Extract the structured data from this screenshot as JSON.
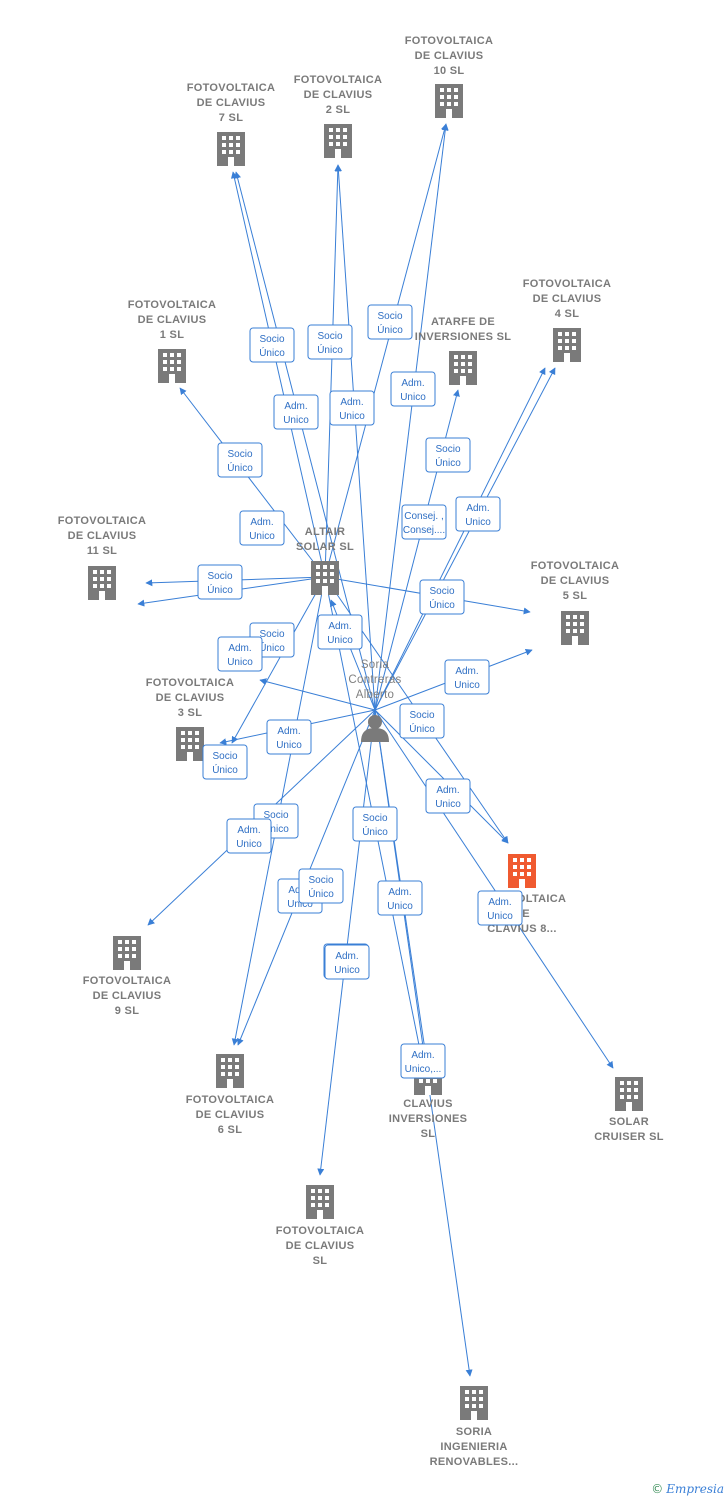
{
  "colors": {
    "edge": "#3a7fd6",
    "building": "#7a7a7a",
    "highlight": "#f05a30",
    "label": "#7a7a7a"
  },
  "nodes": [
    {
      "id": "fc10",
      "lines": [
        "FOTOVOLTAICA",
        "DE CLAVIUS",
        "10  SL"
      ],
      "icon": "building-icon"
    },
    {
      "id": "fc7",
      "lines": [
        "FOTOVOLTAICA",
        "DE CLAVIUS",
        "7  SL"
      ],
      "icon": "building-icon"
    },
    {
      "id": "fc2",
      "lines": [
        "FOTOVOLTAICA",
        "DE CLAVIUS",
        "2  SL"
      ],
      "icon": "building-icon"
    },
    {
      "id": "fc4",
      "lines": [
        "FOTOVOLTAICA",
        "DE CLAVIUS",
        "4  SL"
      ],
      "icon": "building-icon"
    },
    {
      "id": "fc1",
      "lines": [
        "FOTOVOLTAICA",
        "DE CLAVIUS",
        "1  SL"
      ],
      "icon": "building-icon"
    },
    {
      "id": "atarfe",
      "lines": [
        "ATARFE DE",
        "INVERSIONES SL"
      ],
      "icon": "building-icon"
    },
    {
      "id": "fc11",
      "lines": [
        "FOTOVOLTAICA",
        "DE CLAVIUS",
        "11  SL"
      ],
      "icon": "building-icon"
    },
    {
      "id": "altair",
      "lines": [
        "ALTAIR",
        "SOLAR SL"
      ],
      "icon": "building-icon"
    },
    {
      "id": "fc5",
      "lines": [
        "FOTOVOLTAICA",
        "DE CLAVIUS",
        "5  SL"
      ],
      "icon": "building-icon"
    },
    {
      "id": "fc3",
      "lines": [
        "FOTOVOLTAICA",
        "DE CLAVIUS",
        "3  SL"
      ],
      "icon": "building-icon"
    },
    {
      "id": "soria",
      "lines": [
        "Soria",
        "Contreras",
        "Alberto"
      ],
      "icon": "person-icon"
    },
    {
      "id": "fc8",
      "lines": [
        "FOTOVOLTAICA",
        "DE",
        "CLAVIUS 8..."
      ],
      "icon": "building-icon",
      "highlight": true
    },
    {
      "id": "fc9",
      "lines": [
        "FOTOVOLTAICA",
        "DE CLAVIUS",
        "9  SL"
      ],
      "icon": "building-icon"
    },
    {
      "id": "fc6",
      "lines": [
        "FOTOVOLTAICA",
        "DE CLAVIUS",
        "6  SL"
      ],
      "icon": "building-icon"
    },
    {
      "id": "clavinv",
      "lines": [
        "CLAVIUS",
        "INVERSIONES",
        "SL"
      ],
      "icon": "building-icon"
    },
    {
      "id": "solarcruiser",
      "lines": [
        "SOLAR",
        "CRUISER  SL"
      ],
      "icon": "building-icon"
    },
    {
      "id": "fc",
      "lines": [
        "FOTOVOLTAICA",
        "DE CLAVIUS",
        "SL"
      ],
      "icon": "building-icon"
    },
    {
      "id": "sir",
      "lines": [
        "SORIA",
        "INGENIERIA",
        "RENOVABLES..."
      ],
      "icon": "building-icon"
    }
  ],
  "edge_labels": [
    [
      "Socio",
      "Único"
    ],
    [
      "Socio",
      "Único"
    ],
    [
      "Socio",
      "Único"
    ],
    [
      "Adm.",
      "Unico"
    ],
    [
      "Adm.",
      "Unico"
    ],
    [
      "Adm.",
      "Unico"
    ],
    [
      "Socio",
      "Único"
    ],
    [
      "Socio",
      "Único"
    ],
    [
      "Adm.",
      "Unico"
    ],
    [
      "Consej. ,",
      "Consej...."
    ],
    [
      "Adm.",
      "Unico"
    ],
    [
      "Socio",
      "Único"
    ],
    [
      "Socio",
      "Único"
    ],
    [
      "Socio",
      "Único"
    ],
    [
      "Adm.",
      "Unico"
    ],
    [
      "Adm.",
      "Unico"
    ],
    [
      "Adm.",
      "Unico"
    ],
    [
      "Socio",
      "Único"
    ],
    [
      "Adm.",
      "Unico"
    ],
    [
      "Socio",
      "Único"
    ],
    [
      "Adm.",
      "Unico"
    ],
    [
      "Socio",
      "Único"
    ],
    [
      "Adm.",
      "Unico"
    ],
    [
      "Socio",
      "Único"
    ],
    [
      "Adm.",
      "Unico"
    ],
    [
      "Socio",
      "Único"
    ],
    [
      "Adm.",
      "Unico"
    ],
    [
      "Adm.",
      "Unico"
    ],
    [
      "Adm.",
      "Unico"
    ],
    [
      "Adm.",
      "Unico,..."
    ],
    [
      "Adm.",
      "Unico"
    ]
  ],
  "footer": {
    "copyright": "©",
    "brand": "Empresia"
  }
}
